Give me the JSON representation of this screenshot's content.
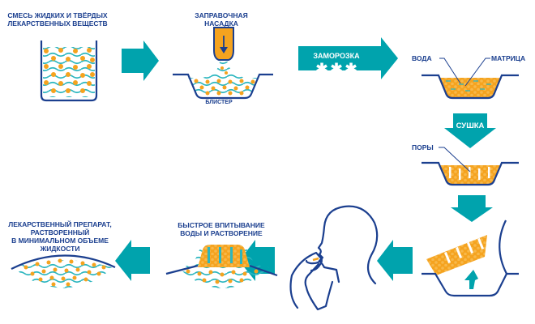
{
  "title": "Технология производства лиофилизированных таблеток",
  "colors": {
    "teal": "#00a3ad",
    "navy": "#1b3f8f",
    "orange": "#f5a31f",
    "wave": "#2cb6bf"
  },
  "steps": [
    {
      "id": "mix",
      "label": "СМЕСЬ ЖИДКИХ И ТВЁРДЫХ\nЛЕКАРСТВЕННЫХ ВЕЩЕСТВ"
    },
    {
      "id": "fill",
      "label": "ЗАПРАВОЧНАЯ\nНАСАДКА",
      "sublabel": "БЛИСТЕР"
    },
    {
      "id": "freeze",
      "arrow_label": "ЗАМОРОЗКА",
      "callouts": [
        "ВОДА",
        "МАТРИЦА"
      ]
    },
    {
      "id": "dry",
      "arrow_label": "СУШКА",
      "callouts": [
        "ПОРЫ"
      ]
    },
    {
      "id": "take",
      "label": ""
    },
    {
      "id": "absorb",
      "label": "БЫСТРОЕ ВПИТЫВАНИЕ\nВОДЫ И РАСТВОРЕНИЕ"
    },
    {
      "id": "dissolved",
      "label": "ЛЕКАРСТВЕННЫЙ ПРЕПАРАТ,\nРАСТВОРЕННЫЙ\nВ МИНИМАЛЬНОМ ОБЪЕМЕ\nЖИДКОСТИ"
    }
  ],
  "icons": {
    "snowflake": "✱"
  }
}
